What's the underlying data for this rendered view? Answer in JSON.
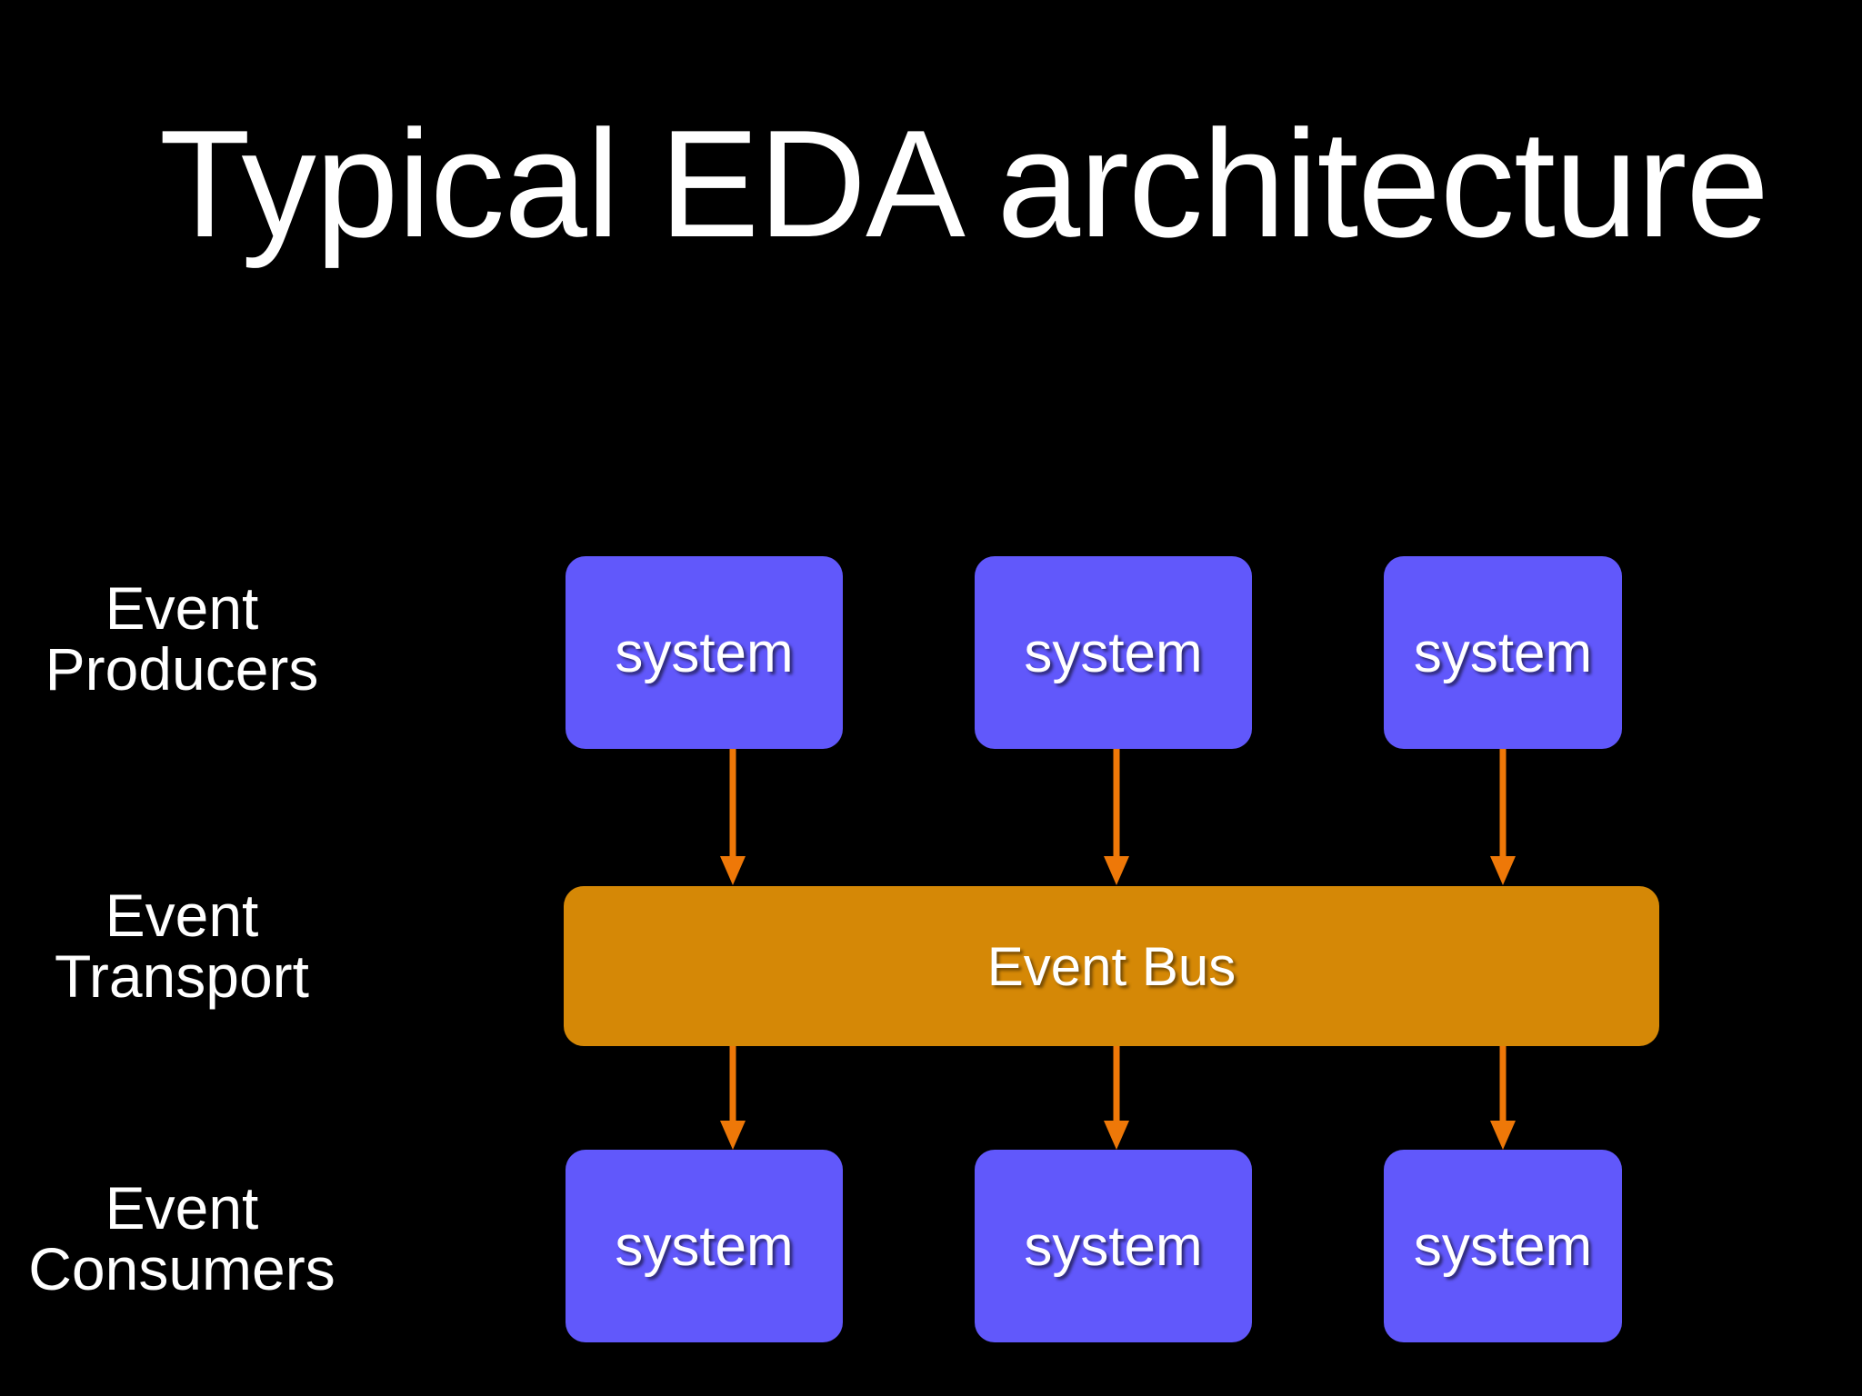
{
  "slide": {
    "title": "Typical EDA architecture",
    "background_color": "#000000",
    "title_color": "#ffffff"
  },
  "palette": {
    "system_box": "#6158fb",
    "event_bus": "#d58806",
    "arrow": "#ee7808",
    "text": "#ffffff",
    "background": "#000000"
  },
  "diagram": {
    "rows": [
      {
        "label": "Event\nProducers",
        "kind": "producers",
        "nodes": [
          {
            "label": "system"
          },
          {
            "label": "system"
          },
          {
            "label": "system"
          }
        ]
      },
      {
        "label": "Event\nTransport",
        "kind": "transport",
        "nodes": [
          {
            "label": "Event Bus"
          }
        ]
      },
      {
        "label": "Event\nConsumers",
        "kind": "consumers",
        "nodes": [
          {
            "label": "system"
          },
          {
            "label": "system"
          },
          {
            "label": "system"
          }
        ]
      }
    ],
    "connections": {
      "producers_to_bus": [
        {
          "direction": "down"
        },
        {
          "direction": "down"
        },
        {
          "direction": "down"
        }
      ],
      "bus_to_consumers": [
        {
          "direction": "down"
        },
        {
          "direction": "down"
        },
        {
          "direction": "down"
        }
      ]
    }
  }
}
